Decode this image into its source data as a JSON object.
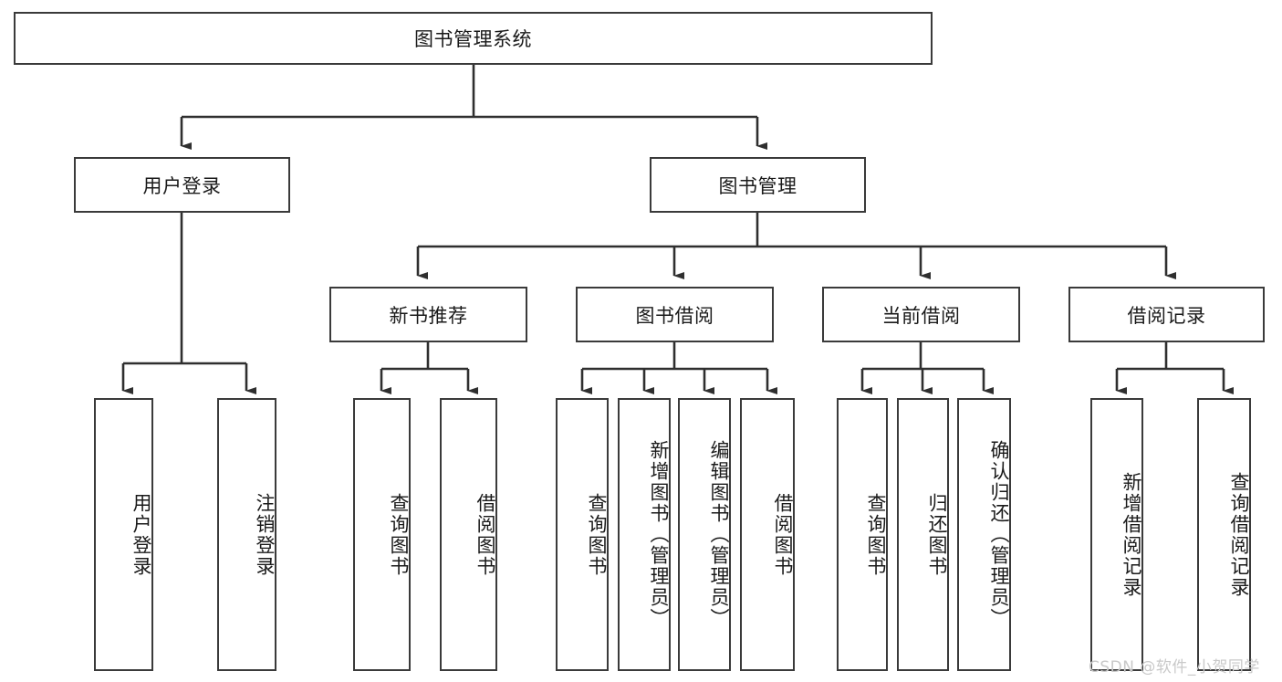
{
  "diagram": {
    "title_node": {
      "label": "图书管理系统"
    },
    "level1": [
      {
        "label": "用户登录"
      },
      {
        "label": "图书管理"
      }
    ],
    "level2": [
      {
        "label": "新书推荐"
      },
      {
        "label": "图书借阅"
      },
      {
        "label": "当前借阅"
      },
      {
        "label": "借阅记录"
      }
    ],
    "leaves": {
      "user_login": [
        {
          "label": "用户登录"
        },
        {
          "label": "注销登录"
        }
      ],
      "new_book": [
        {
          "label": "查询图书"
        },
        {
          "label": "借阅图书"
        }
      ],
      "borrow_book": [
        {
          "label": "查询图书"
        },
        {
          "label": "新增图书（管理员）"
        },
        {
          "label": "编辑图书（管理员）"
        },
        {
          "label": "借阅图书"
        }
      ],
      "current_borrow": [
        {
          "label": "查询图书"
        },
        {
          "label": "归还图书"
        },
        {
          "label": "确认归还（管理员）"
        }
      ],
      "borrow_record": [
        {
          "label": "新增借阅记录"
        },
        {
          "label": "查询借阅记录"
        }
      ]
    }
  },
  "watermark": {
    "text": "CSDN @软件_小贺同学"
  },
  "colors": {
    "stroke": "#3a3a3a",
    "fill": "#ffffff",
    "text": "#1a1a1a",
    "watermark": "#c9c9c9"
  }
}
